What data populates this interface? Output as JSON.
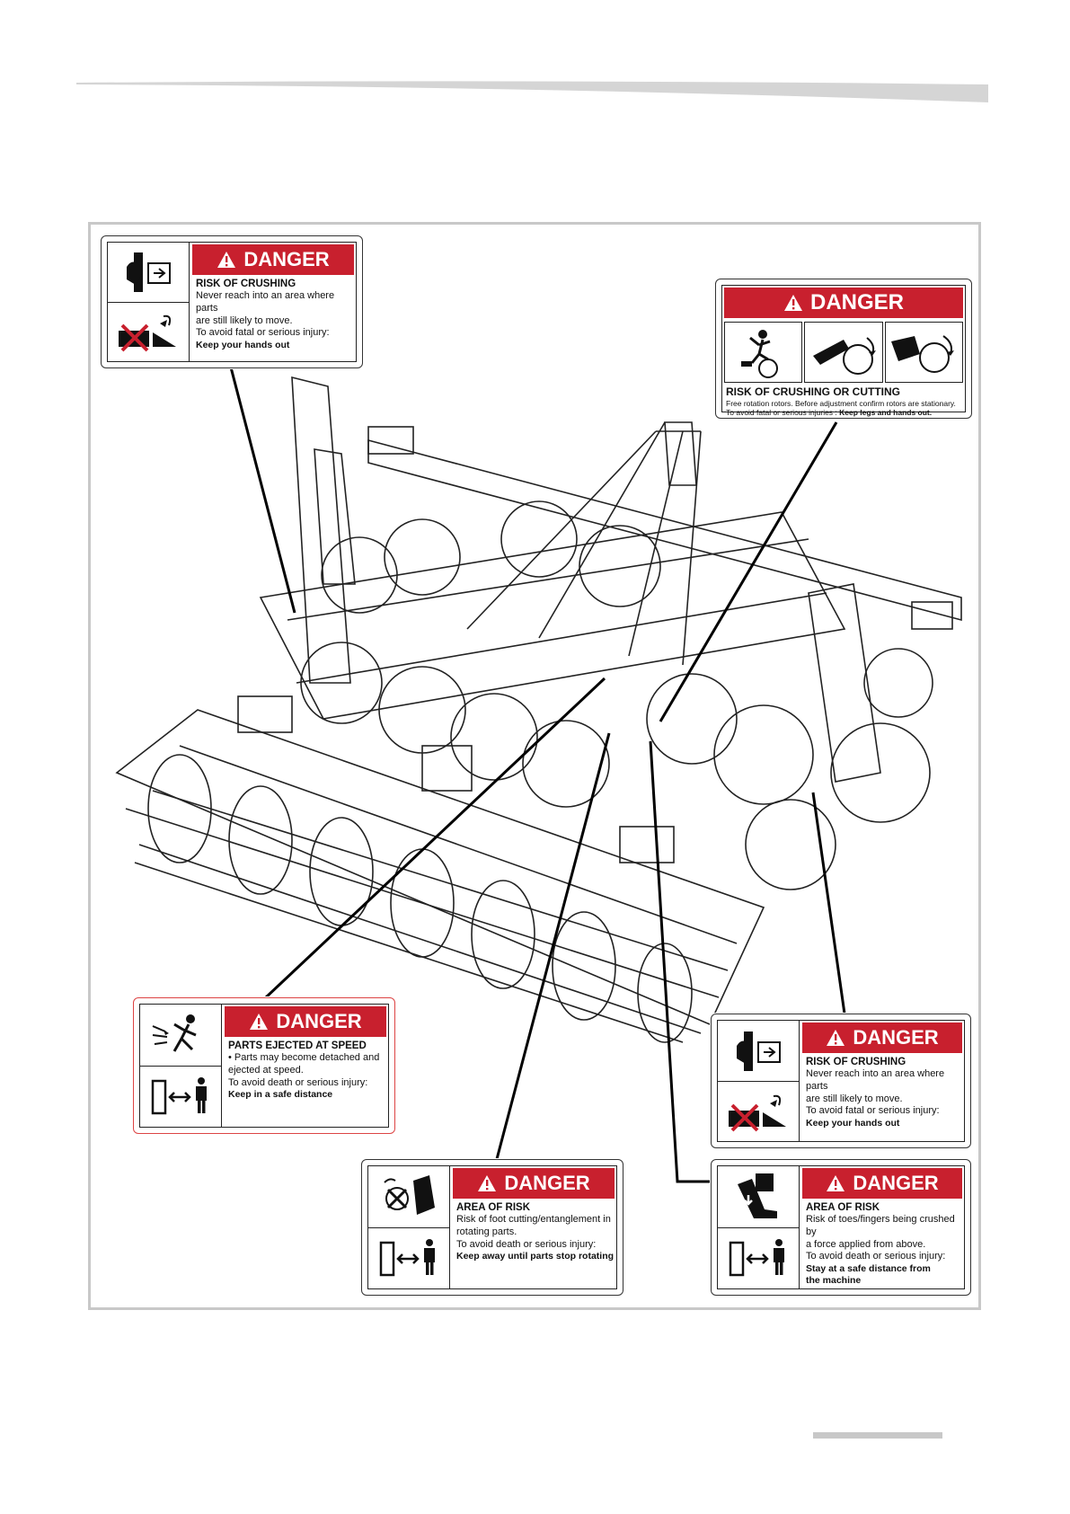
{
  "labels": {
    "top_left": {
      "heading": "DANGER",
      "hazard": "RISK OF CRUSHING",
      "lines": [
        "Never reach into an area where parts",
        "are still likely to move.",
        "To avoid fatal or serious injury:"
      ],
      "emphasis": "Keep your hands out"
    },
    "top_right": {
      "heading": "DANGER",
      "hazard": "RISK OF CRUSHING OR CUTTING",
      "line": "Free rotation rotors. Before adjustment confirm rotors are stationary.",
      "prefix": "To avoid fatal or serious injuries : ",
      "emphasis": "Keep legs and hands out."
    },
    "bottom_left": {
      "heading": "DANGER",
      "hazard": "PARTS EJECTED AT SPEED",
      "lines": [
        "• Parts may become detached and",
        "ejected at speed.",
        "To avoid death or serious injury:"
      ],
      "emphasis": "Keep in a safe distance"
    },
    "bottom_center": {
      "heading": "DANGER",
      "hazard": "AREA OF RISK",
      "lines": [
        "Risk of foot cutting/entanglement in",
        "rotating parts.",
        "To avoid death or serious injury:"
      ],
      "emphasis": "Keep away until parts stop rotating"
    },
    "right_middle": {
      "heading": "DANGER",
      "hazard": "RISK OF CRUSHING",
      "lines": [
        "Never reach into an area where parts",
        "are still likely to move.",
        "To avoid fatal or serious injury:"
      ],
      "emphasis": "Keep your hands out"
    },
    "bottom_right": {
      "heading": "DANGER",
      "hazard": "AREA OF RISK",
      "lines": [
        "Risk of toes/fingers being crushed by",
        "a force applied from above.",
        "To avoid death or serious injury:"
      ],
      "emphasis": "Stay at a safe distance from",
      "emphasis2": "the machine"
    }
  },
  "colors": {
    "danger_red": "#c8202e",
    "frame_gray": "#c8c8c8"
  }
}
